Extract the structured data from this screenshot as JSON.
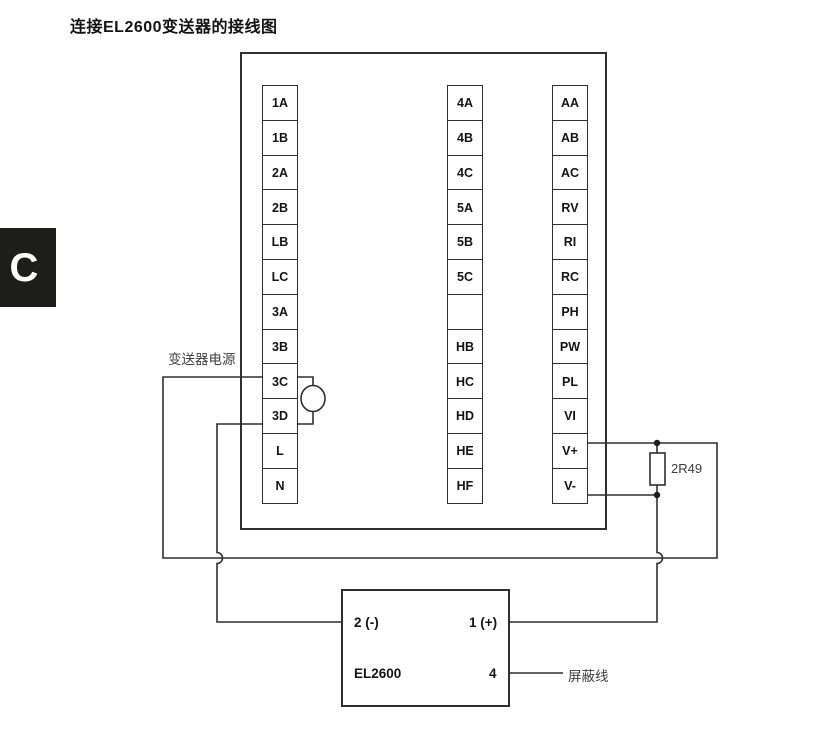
{
  "page": {
    "title": "连接EL2600变送器的接线图",
    "side_tab_letter": "C"
  },
  "diagram": {
    "banks": [
      {
        "name": "bank-1",
        "terminals": [
          "1A",
          "1B",
          "2A",
          "2B",
          "LB",
          "LC",
          "3A",
          "3B",
          "3C",
          "3D",
          "L",
          "N"
        ]
      },
      {
        "name": "bank-2",
        "terminals": [
          "4A",
          "4B",
          "4C",
          "5A",
          "5B",
          "5C",
          "",
          "HB",
          "HC",
          "HD",
          "HE",
          "HF"
        ]
      },
      {
        "name": "bank-3",
        "terminals": [
          "AA",
          "AB",
          "AC",
          "RV",
          "RI",
          "RC",
          "PH",
          "PW",
          "PL",
          "VI",
          "V+",
          "V-"
        ]
      }
    ],
    "labels": {
      "transmitter_power": "变送器电源",
      "resistor_value": "2R49",
      "shield_wire": "屏蔽线"
    },
    "device_box": {
      "model": "EL2600",
      "terminal_neg": "2 (-)",
      "terminal_pos": "1 (+)",
      "terminal_shield": "4"
    },
    "colors": {
      "line": "#2f2f2f",
      "tab_background": "#1d1d1b",
      "tab_text": "#ffffff",
      "text": "#141414",
      "annotation_text": "#3d3d3d"
    }
  }
}
